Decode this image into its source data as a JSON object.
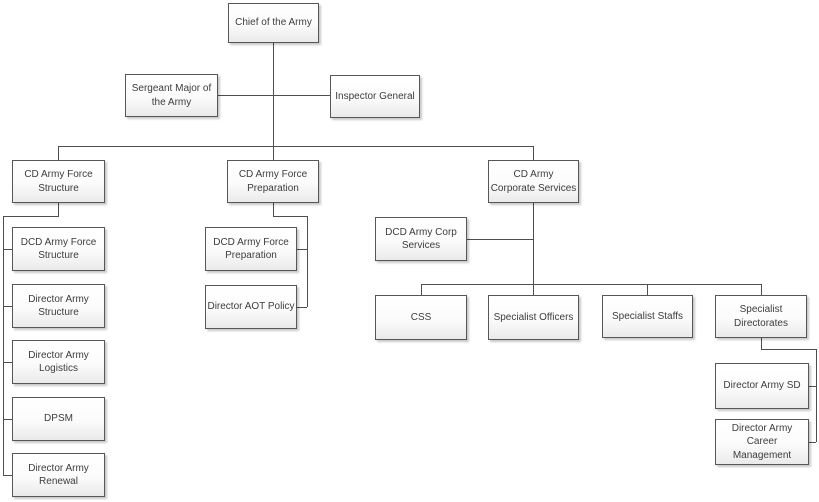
{
  "diagram": {
    "type": "org-chart",
    "background_color": "#ffffff",
    "box_border_color": "#575757",
    "box_fill_top": "#ffffff",
    "box_fill_bottom": "#eaeaea",
    "connector_color": "#4f4f4f",
    "text_color": "#3d3d3d"
  },
  "nodes": {
    "chief": {
      "label": "Chief of the Army"
    },
    "sgt_major": {
      "label": "Sergeant Major of the Army"
    },
    "inspector_general": {
      "label": "Inspector General"
    },
    "cd_army_force_structure": {
      "label": "CD Army Force Structure"
    },
    "cd_army_force_preparation": {
      "label": "CD Army Force Preparation"
    },
    "cd_army_corporate_services": {
      "label": "CD Army Corporate Services"
    },
    "dcd_army_force_structure": {
      "label": "DCD Army Force Structure"
    },
    "director_army_structure": {
      "label": "Director Army Structure"
    },
    "director_army_logistics": {
      "label": "Director Army Logistics"
    },
    "dpsm": {
      "label": "DPSM"
    },
    "director_army_renewal": {
      "label": "Director Army Renewal"
    },
    "dcd_army_force_preparation": {
      "label": "DCD Army Force Preparation"
    },
    "director_aot_policy": {
      "label": "Director AOT Policy"
    },
    "dcd_army_corp_services": {
      "label": "DCD Army Corp Services"
    },
    "css": {
      "label": "CSS"
    },
    "specialist_officers": {
      "label": "Specialist Officers"
    },
    "specialist_staffs": {
      "label": "Specialist Staffs"
    },
    "specialist_directorates": {
      "label": "Specialist Directorates"
    },
    "director_army_sd": {
      "label": "Director Army SD"
    },
    "director_army_career_management": {
      "label": "Director Army Career Management"
    }
  },
  "hierarchy": {
    "root": "Chief of the Army",
    "staff_assistants": [
      "Sergeant Major of the Army",
      "Inspector General"
    ],
    "branches": [
      {
        "head": "CD Army Force Structure",
        "children": [
          "DCD Army Force Structure",
          "Director Army Structure",
          "Director Army Logistics",
          "DPSM",
          "Director Army Renewal"
        ]
      },
      {
        "head": "CD Army Force Preparation",
        "children": [
          "DCD Army Force Preparation",
          "Director AOT Policy"
        ]
      },
      {
        "head": "CD Army Corporate Services",
        "deputy": "DCD Army Corp Services",
        "children": [
          "CSS",
          "Specialist Officers",
          "Specialist Staffs",
          "Specialist Directorates"
        ],
        "specialist_directorates_children": [
          "Director Army SD",
          "Director Army Career Management"
        ]
      }
    ]
  }
}
